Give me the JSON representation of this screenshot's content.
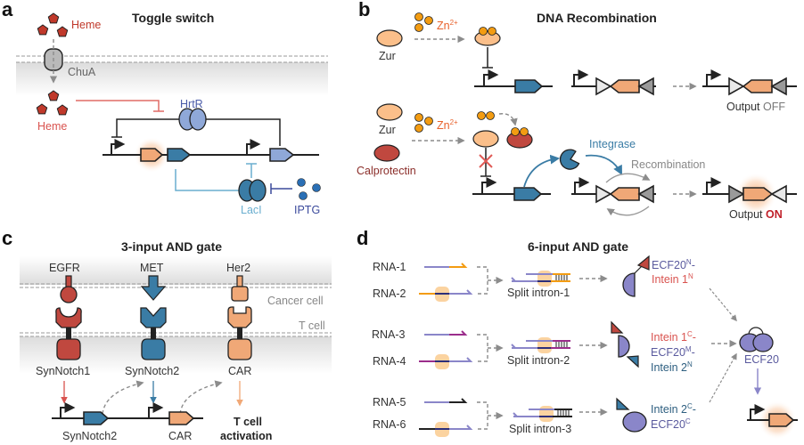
{
  "panels": {
    "a": {
      "label": "a",
      "title": "Toggle switch",
      "heme_top": "Heme",
      "chua": "ChuA",
      "heme_bottom": "Heme",
      "hrtr": "HrtR",
      "laci": "LacI",
      "iptg": "IPTG"
    },
    "b": {
      "label": "b",
      "title": "DNA Recombination",
      "zur_top": "Zur",
      "zn_top": "Zn",
      "zn_sup": "2+",
      "output_off_prefix": "Output ",
      "output_off_state": "OFF",
      "zur_bottom": "Zur",
      "zn_bottom": "Zn",
      "zn_bottom_sup": "2+",
      "calprotectin": "Calprotectin",
      "integrase": "Integrase",
      "recombination": "Recombination",
      "output_on_prefix": "Output ",
      "output_on_state": "ON"
    },
    "c": {
      "label": "c",
      "title": "3-input AND gate",
      "ligands": [
        "EGFR",
        "MET",
        "Her2"
      ],
      "cancer_cell": "Cancer cell",
      "t_cell": "T cell",
      "receptors": [
        "SynNotch1",
        "SynNotch2",
        "CAR"
      ],
      "gene1": "SynNotch2",
      "gene2": "CAR",
      "activation_line1": "T cell",
      "activation_line2": "activation"
    },
    "d": {
      "label": "d",
      "title": "6-input AND gate",
      "rnas": [
        "RNA-1",
        "RNA-2",
        "RNA-3",
        "RNA-4",
        "RNA-5",
        "RNA-6"
      ],
      "introns": [
        "Split intron-1",
        "Split intron-2",
        "Split intron-3"
      ],
      "frag1_line1": "ECF20",
      "frag1_line1_sup": "N",
      "frag1_line2": "Intein 1",
      "frag1_line2_sup": "N",
      "frag2_line1": "Intein 1",
      "frag2_line1_sup": "C",
      "frag2_line2": "ECF20",
      "frag2_line2_sup": "M",
      "frag2_line3": "Intein 2",
      "frag2_line3_sup": "N",
      "frag3_line1": "Intein 2",
      "frag3_line1_sup": "C",
      "frag3_line2": "ECF20",
      "frag3_line2_sup": "C",
      "ecf20": "ECF20",
      "dash": "-"
    }
  },
  "colors": {
    "heme_red": "#c0392b",
    "teal_blue": "#3a7ca5",
    "light_blue": "#8fa8d8",
    "orange": "#f0a877",
    "zn_orange": "#f39c12",
    "purple": "#8a86c9",
    "magenta": "#9b2d8b",
    "navy": "#3b4a9c",
    "gray": "#9a9a9a"
  }
}
